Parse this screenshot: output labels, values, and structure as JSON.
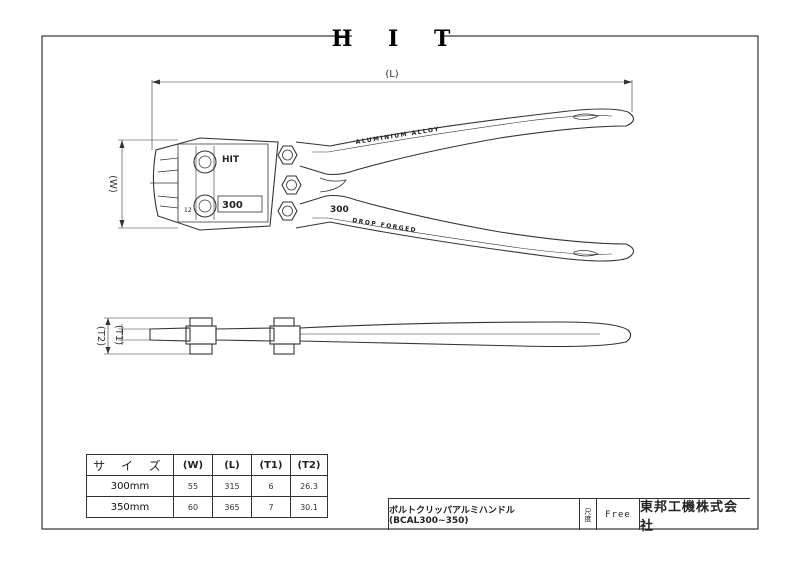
{
  "brand": "H I T",
  "dimensions": {
    "length": "(L)",
    "width": "(W)",
    "t1": "(T1)",
    "t2": "(T2)"
  },
  "tool_markings": {
    "head_brand": "HIT",
    "size_label": "300",
    "handle_size": "300",
    "handle_top_text": "ALUMINIUM ALLOY",
    "handle_bottom_text": "DROP FORGED",
    "head_number": "12"
  },
  "spec_table": {
    "headers": [
      "サ イ ズ",
      "(W)",
      "(L)",
      "(T1)",
      "(T2)"
    ],
    "rows": [
      [
        "300mm",
        "55",
        "315",
        "6",
        "26.3"
      ],
      [
        "350mm",
        "60",
        "365",
        "7",
        "30.1"
      ]
    ]
  },
  "title_block": {
    "product": "ボルトクリッパアルミハンドル(BCAL300~350)",
    "scale_label": "尺度",
    "scale": "Free",
    "company": "東邦工機株式会社"
  }
}
